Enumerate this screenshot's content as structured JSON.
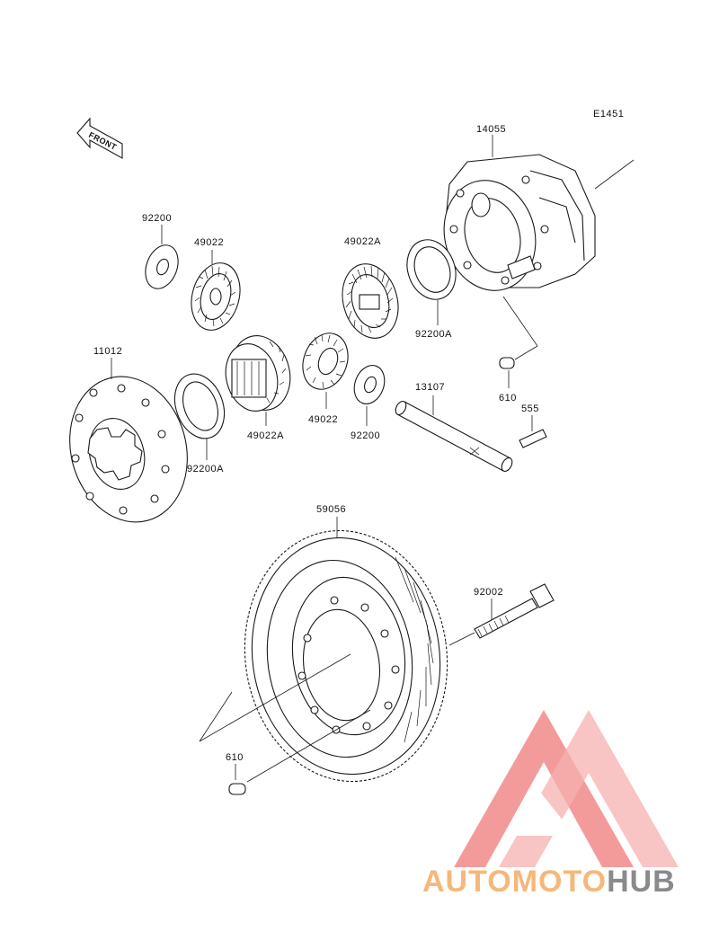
{
  "diagram_code": "E1451",
  "front_label": "FRONT",
  "parts": {
    "p14055": "14055",
    "p92200_top": "92200",
    "p49022_left": "49022",
    "p49022A_top": "49022A",
    "p92200A_right": "92200A",
    "p11012": "11012",
    "p92200A_left": "92200A",
    "p49022A_hub": "49022A",
    "p49022_mid": "49022",
    "p92200_mid": "92200",
    "p13107": "13107",
    "p610_top": "610",
    "p555": "555",
    "p59056": "59056",
    "p92002": "92002",
    "p610_bottom": "610"
  },
  "watermark": {
    "part1": "AUTOMOTO",
    "part2": "HUB",
    "color_orange": "#f5b87a",
    "color_red": "#f07f7f",
    "color_gray": "#8a8a8a"
  }
}
